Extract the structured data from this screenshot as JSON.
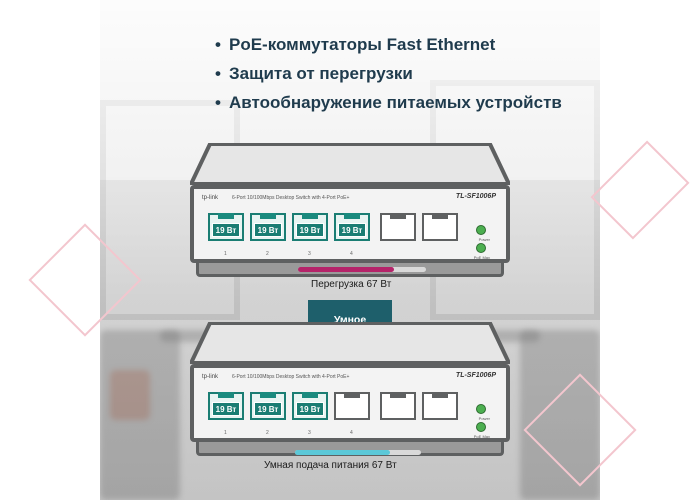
{
  "features": [
    "PoE-коммутаторы Fast Ethernet",
    "Защита от перегрузки",
    "Автообнаружение питаемых устройств"
  ],
  "switch_brand": "tp-link",
  "switch_desc": "6-Port 10/100Mbps Desktop Switch with 4-Port PoE+",
  "switch_model": "TL-SF1006P",
  "led_labels": [
    "Power",
    "PoE Max"
  ],
  "port_numbers": [
    "1",
    "2",
    "3",
    "4"
  ],
  "top_switch": {
    "poe_labels": [
      "19 Вт",
      "19 Вт",
      "19 Вт",
      "19 Вт"
    ],
    "caption": "Перегрузка 67 Вт"
  },
  "arrow_text": "Умное распределение питания",
  "bottom_switch": {
    "poe_labels": [
      "19 Вт",
      "19 Вт",
      "19 Вт"
    ],
    "caption": "Умная подача питания 67 Вт"
  },
  "colors": {
    "accent_teal": "#1a7d73",
    "arrow": "#1e5f6b",
    "overload_bar": "#b5246a",
    "smart_bar": "#5bc8d8"
  },
  "bar_levels": {
    "top_fill": 0.75,
    "bottom_fill": 0.75
  }
}
